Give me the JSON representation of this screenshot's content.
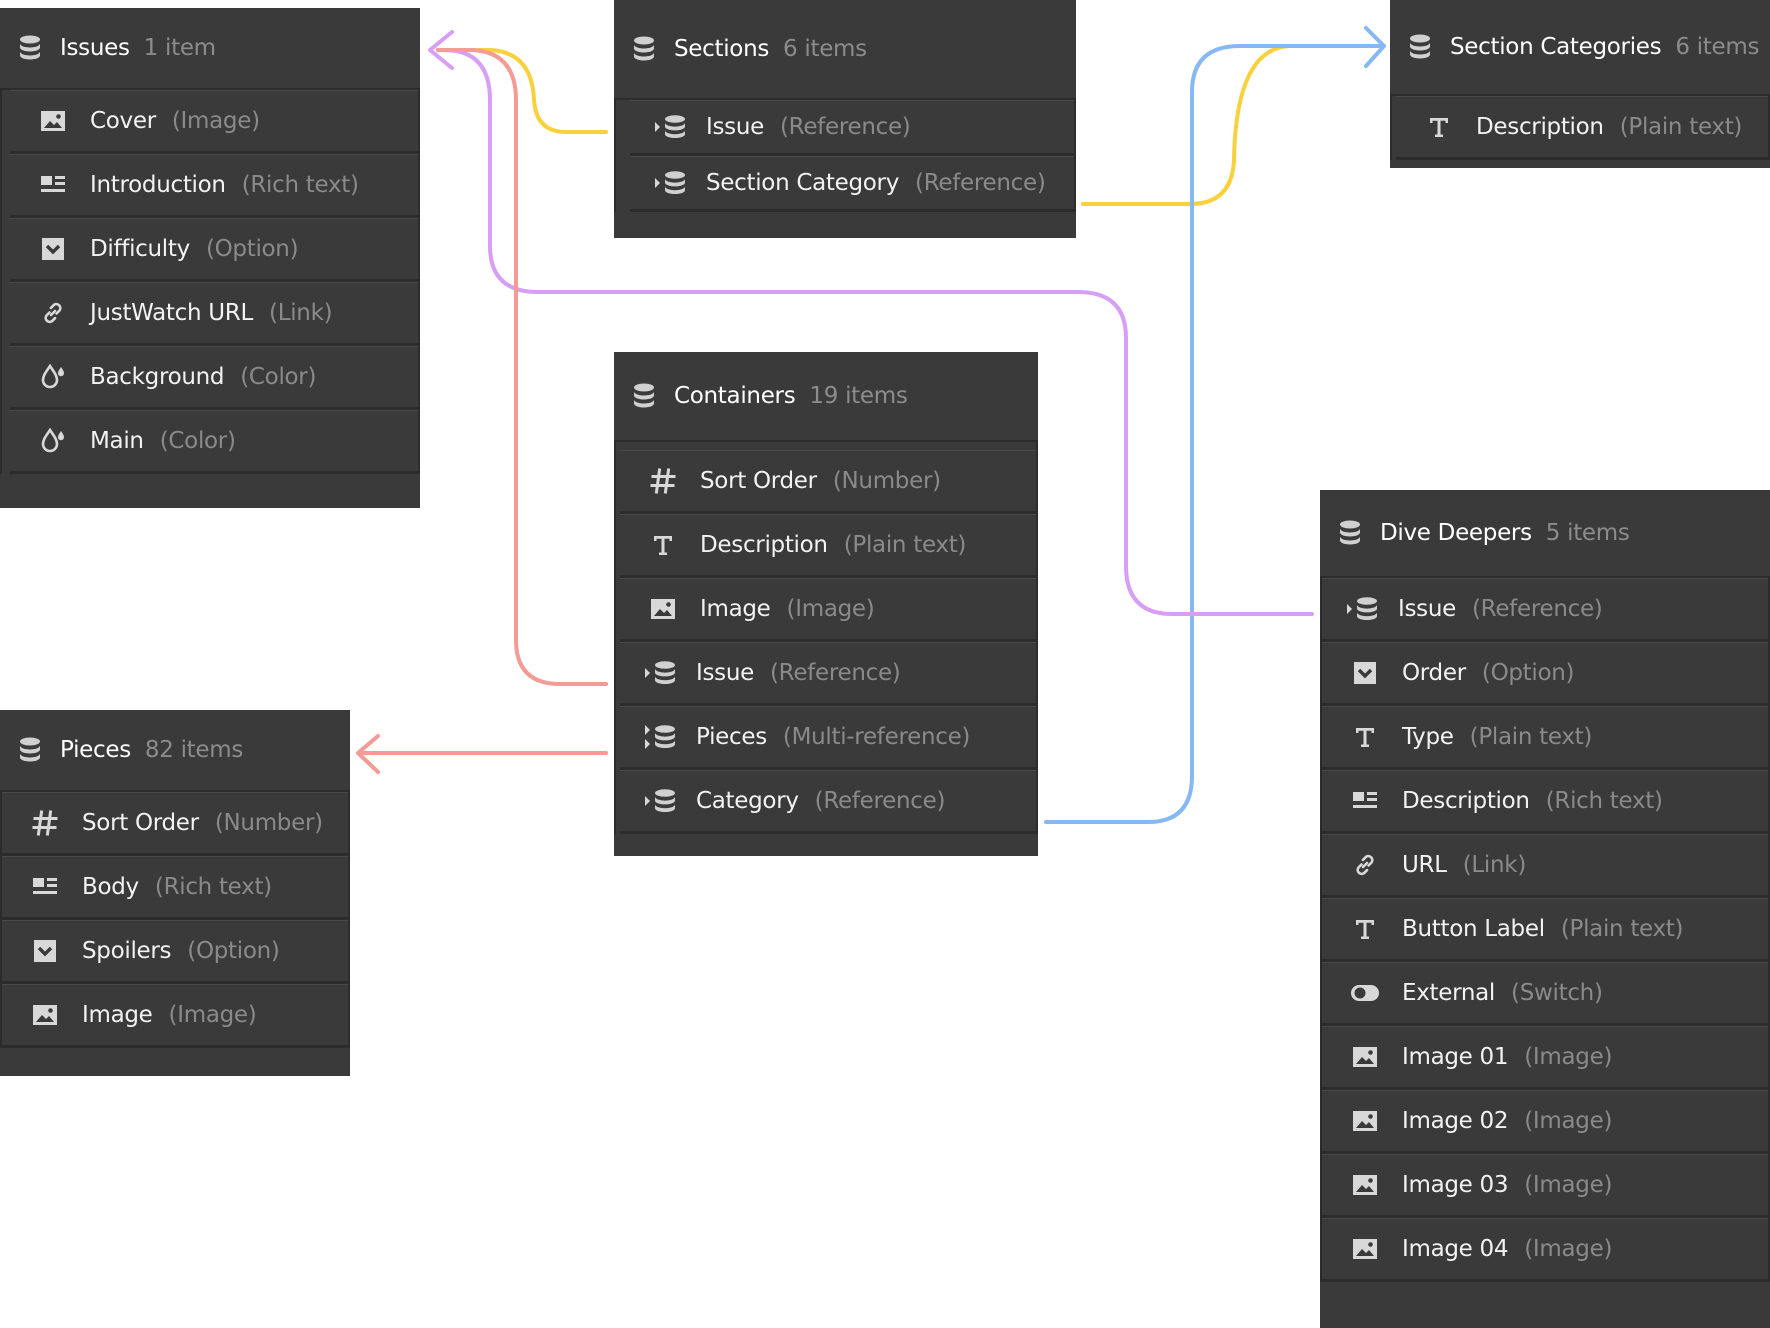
{
  "colors": {
    "card_bg": "#3a3a3a",
    "border": "#2c2c2c",
    "text": "#ffffff",
    "muted": "#8c8c8c",
    "wire_yellow": "#f9d13c",
    "wire_blue": "#86b8f5",
    "wire_purple": "#d79ef5",
    "wire_red": "#f49b96"
  },
  "collections": [
    {
      "id": "issues",
      "title": "Issues",
      "count": "1 item",
      "fields": [
        {
          "name": "Cover",
          "type": "Image",
          "icon": "image-icon"
        },
        {
          "name": "Introduction",
          "type": "Rich text",
          "icon": "rich-text-icon"
        },
        {
          "name": "Difficulty",
          "type": "Option",
          "icon": "option-icon"
        },
        {
          "name": "JustWatch URL",
          "type": "Link",
          "icon": "link-icon"
        },
        {
          "name": "Background",
          "type": "Color",
          "icon": "color-icon"
        },
        {
          "name": "Main",
          "type": "Color",
          "icon": "color-icon"
        }
      ]
    },
    {
      "id": "sections",
      "title": "Sections",
      "count": "6 items",
      "fields": [
        {
          "name": "Issue",
          "type": "Reference",
          "icon": "reference-icon"
        },
        {
          "name": "Section Category",
          "type": "Reference",
          "icon": "reference-icon"
        }
      ]
    },
    {
      "id": "section-categories",
      "title": "Section Categories",
      "count": "6 items",
      "fields": [
        {
          "name": "Description",
          "type": "Plain text",
          "icon": "plain-text-icon"
        }
      ]
    },
    {
      "id": "containers",
      "title": "Containers",
      "count": "19 items",
      "fields": [
        {
          "name": "Sort Order",
          "type": "Number",
          "icon": "number-icon"
        },
        {
          "name": "Description",
          "type": "Plain text",
          "icon": "plain-text-icon"
        },
        {
          "name": "Image",
          "type": "Image",
          "icon": "image-icon"
        },
        {
          "name": "Issue",
          "type": "Reference",
          "icon": "reference-icon"
        },
        {
          "name": "Pieces",
          "type": "Multi-reference",
          "icon": "multi-reference-icon"
        },
        {
          "name": "Category",
          "type": "Reference",
          "icon": "reference-icon"
        }
      ]
    },
    {
      "id": "pieces",
      "title": "Pieces",
      "count": "82 items",
      "fields": [
        {
          "name": "Sort Order",
          "type": "Number",
          "icon": "number-icon"
        },
        {
          "name": "Body",
          "type": "Rich text",
          "icon": "rich-text-icon"
        },
        {
          "name": "Spoilers",
          "type": "Option",
          "icon": "option-icon"
        },
        {
          "name": "Image",
          "type": "Image",
          "icon": "image-icon"
        }
      ]
    },
    {
      "id": "dive-deepers",
      "title": "Dive Deepers",
      "count": "5 items",
      "fields": [
        {
          "name": "Issue",
          "type": "Reference",
          "icon": "reference-icon"
        },
        {
          "name": "Order",
          "type": "Option",
          "icon": "option-icon"
        },
        {
          "name": "Type",
          "type": "Plain text",
          "icon": "plain-text-icon"
        },
        {
          "name": "Description",
          "type": "Rich text",
          "icon": "rich-text-icon"
        },
        {
          "name": "URL",
          "type": "Link",
          "icon": "link-icon"
        },
        {
          "name": "Button Label",
          "type": "Plain text",
          "icon": "plain-text-icon"
        },
        {
          "name": "External",
          "type": "Switch",
          "icon": "switch-icon"
        },
        {
          "name": "Image 01",
          "type": "Image",
          "icon": "image-icon"
        },
        {
          "name": "Image 02",
          "type": "Image",
          "icon": "image-icon"
        },
        {
          "name": "Image 03",
          "type": "Image",
          "icon": "image-icon"
        },
        {
          "name": "Image 04",
          "type": "Image",
          "icon": "image-icon"
        }
      ]
    }
  ],
  "connections": [
    {
      "from": "Sections.Issue",
      "to": "Issues",
      "color": "wire_yellow"
    },
    {
      "from": "Sections.Section Category",
      "to": "Section Categories",
      "color": "wire_yellow"
    },
    {
      "from": "Containers.Issue",
      "to": "Issues",
      "color": "wire_red"
    },
    {
      "from": "Containers.Pieces",
      "to": "Pieces",
      "color": "wire_red"
    },
    {
      "from": "Containers.Category",
      "to": "Section Categories",
      "color": "wire_blue"
    },
    {
      "from": "Dive Deepers.Issue",
      "to": "Issues",
      "color": "wire_purple"
    }
  ]
}
